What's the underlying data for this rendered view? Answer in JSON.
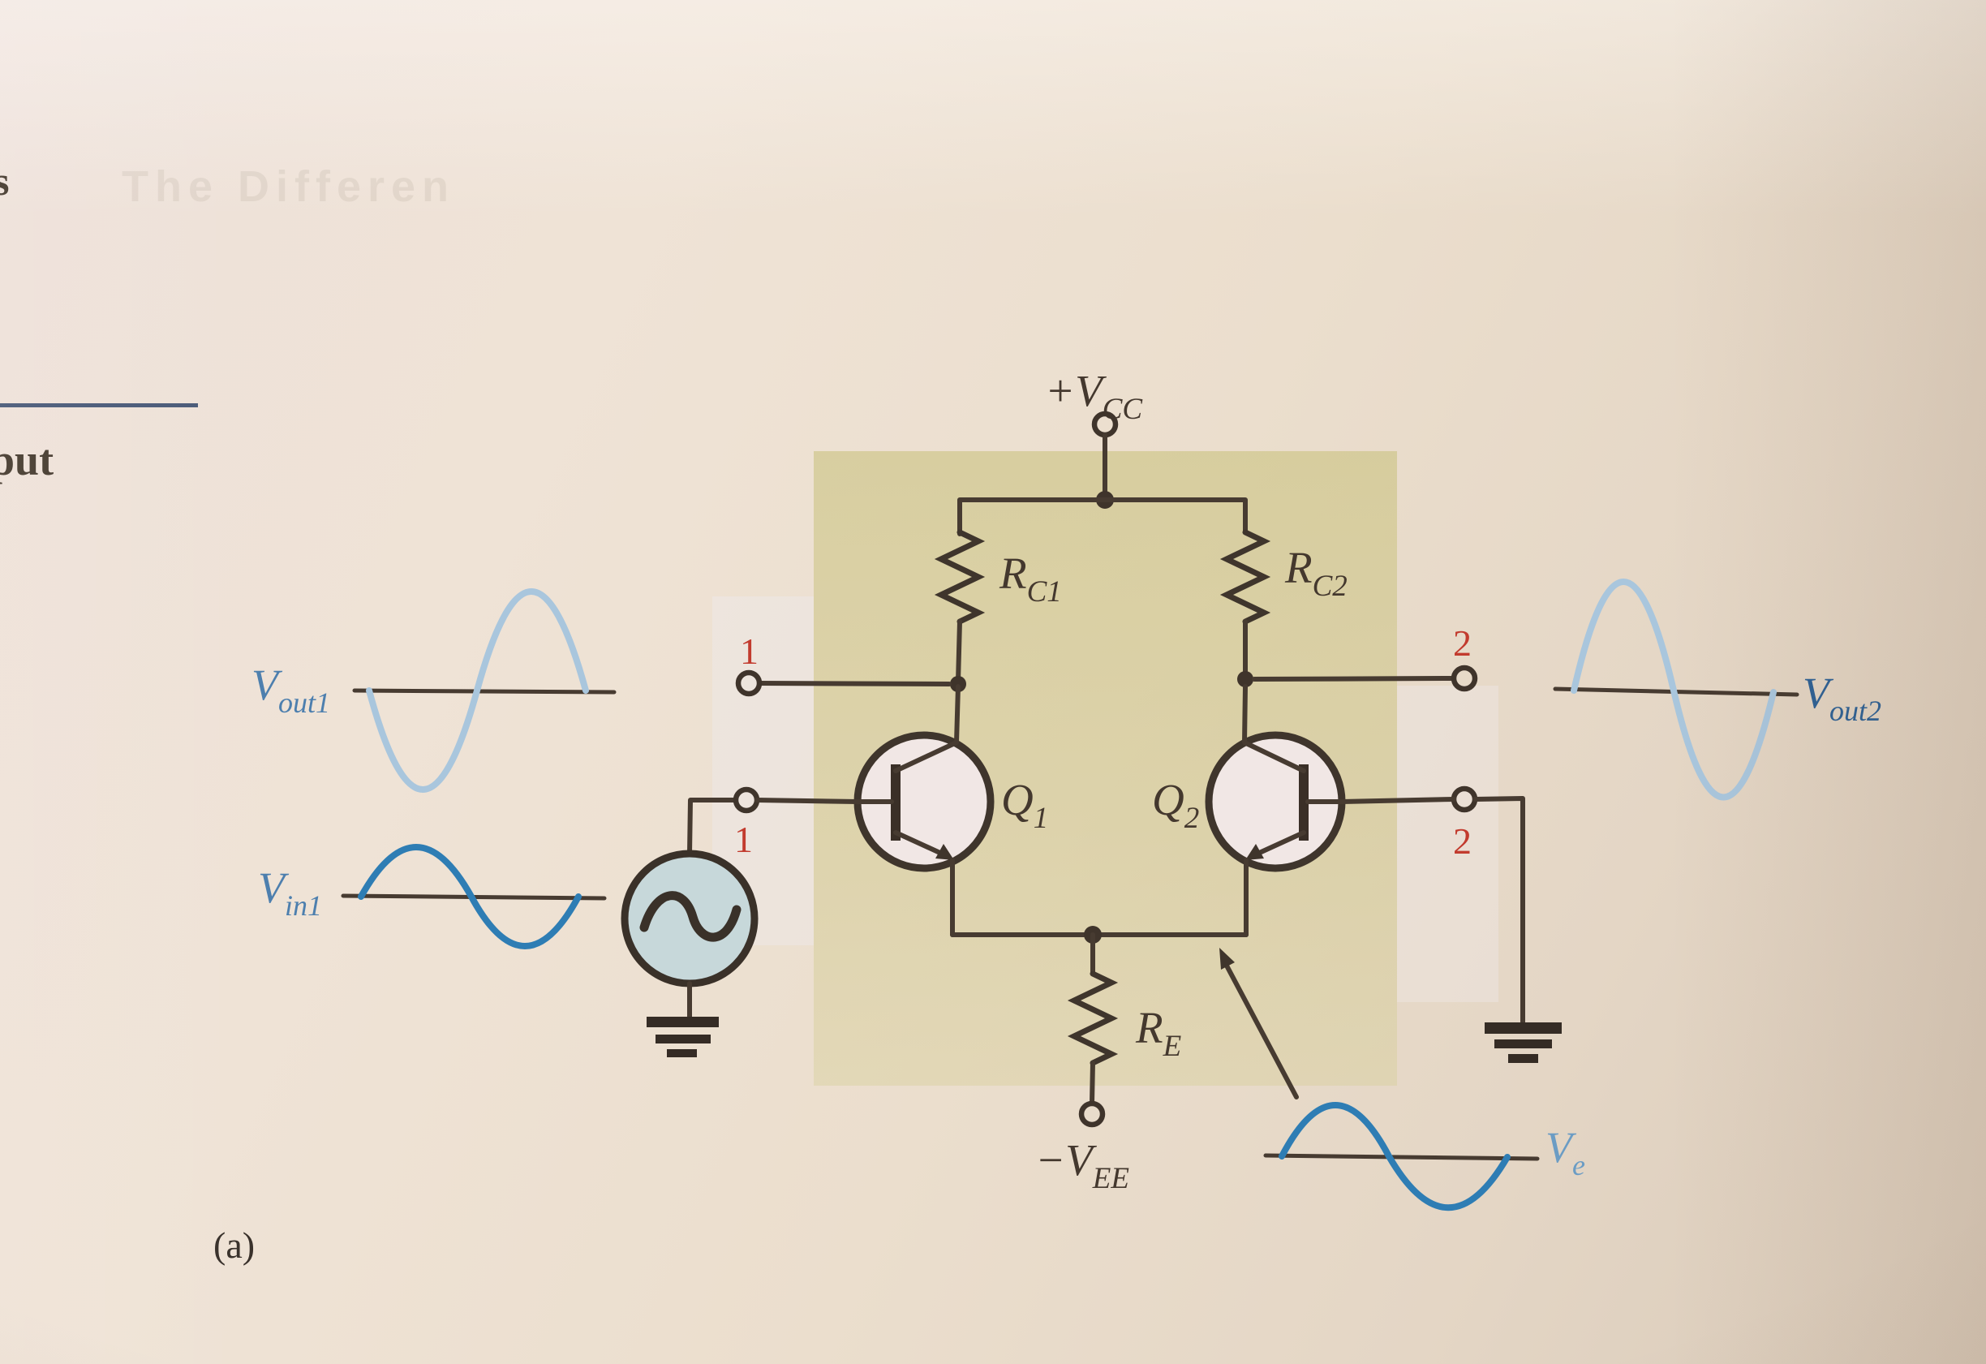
{
  "page": {
    "edge_text_top": "s",
    "edge_text_mid": "put",
    "ghost_heading": "The Differen",
    "caption": "(a)"
  },
  "circuit": {
    "supply_top": {
      "main": "+V",
      "sub": "CC"
    },
    "supply_bottom": {
      "main": "−V",
      "sub": "EE"
    },
    "resistors": {
      "rc1": {
        "main": "R",
        "sub": "C1"
      },
      "rc2": {
        "main": "R",
        "sub": "C2"
      },
      "re": {
        "main": "R",
        "sub": "E"
      }
    },
    "transistors": {
      "q1": {
        "main": "Q",
        "sub": "1"
      },
      "q2": {
        "main": "Q",
        "sub": "2"
      }
    },
    "terminals": {
      "out1": "1",
      "in1": "1",
      "out2": "2",
      "in2": "2"
    },
    "waveforms": {
      "vout1": {
        "main": "V",
        "sub": "out1",
        "shape": "inverted-sine"
      },
      "vin1": {
        "main": "V",
        "sub": "in1",
        "shape": "sine"
      },
      "vout2": {
        "main": "V",
        "sub": "out2",
        "shape": "sine"
      },
      "ve": {
        "main": "V",
        "sub": "e",
        "shape": "sine"
      }
    }
  },
  "colors": {
    "red_numeral": "#c23b2e",
    "label_blue": "#4d7fae",
    "label_blue_dark": "#2e6195",
    "label_blue_light": "#6b9cc4",
    "wave_light": "#a9c6dd",
    "wave_dark": "#2e7db4",
    "wire": "#473b31",
    "highlight": "#d8d0a0",
    "source_fill": "#c7d8da"
  }
}
